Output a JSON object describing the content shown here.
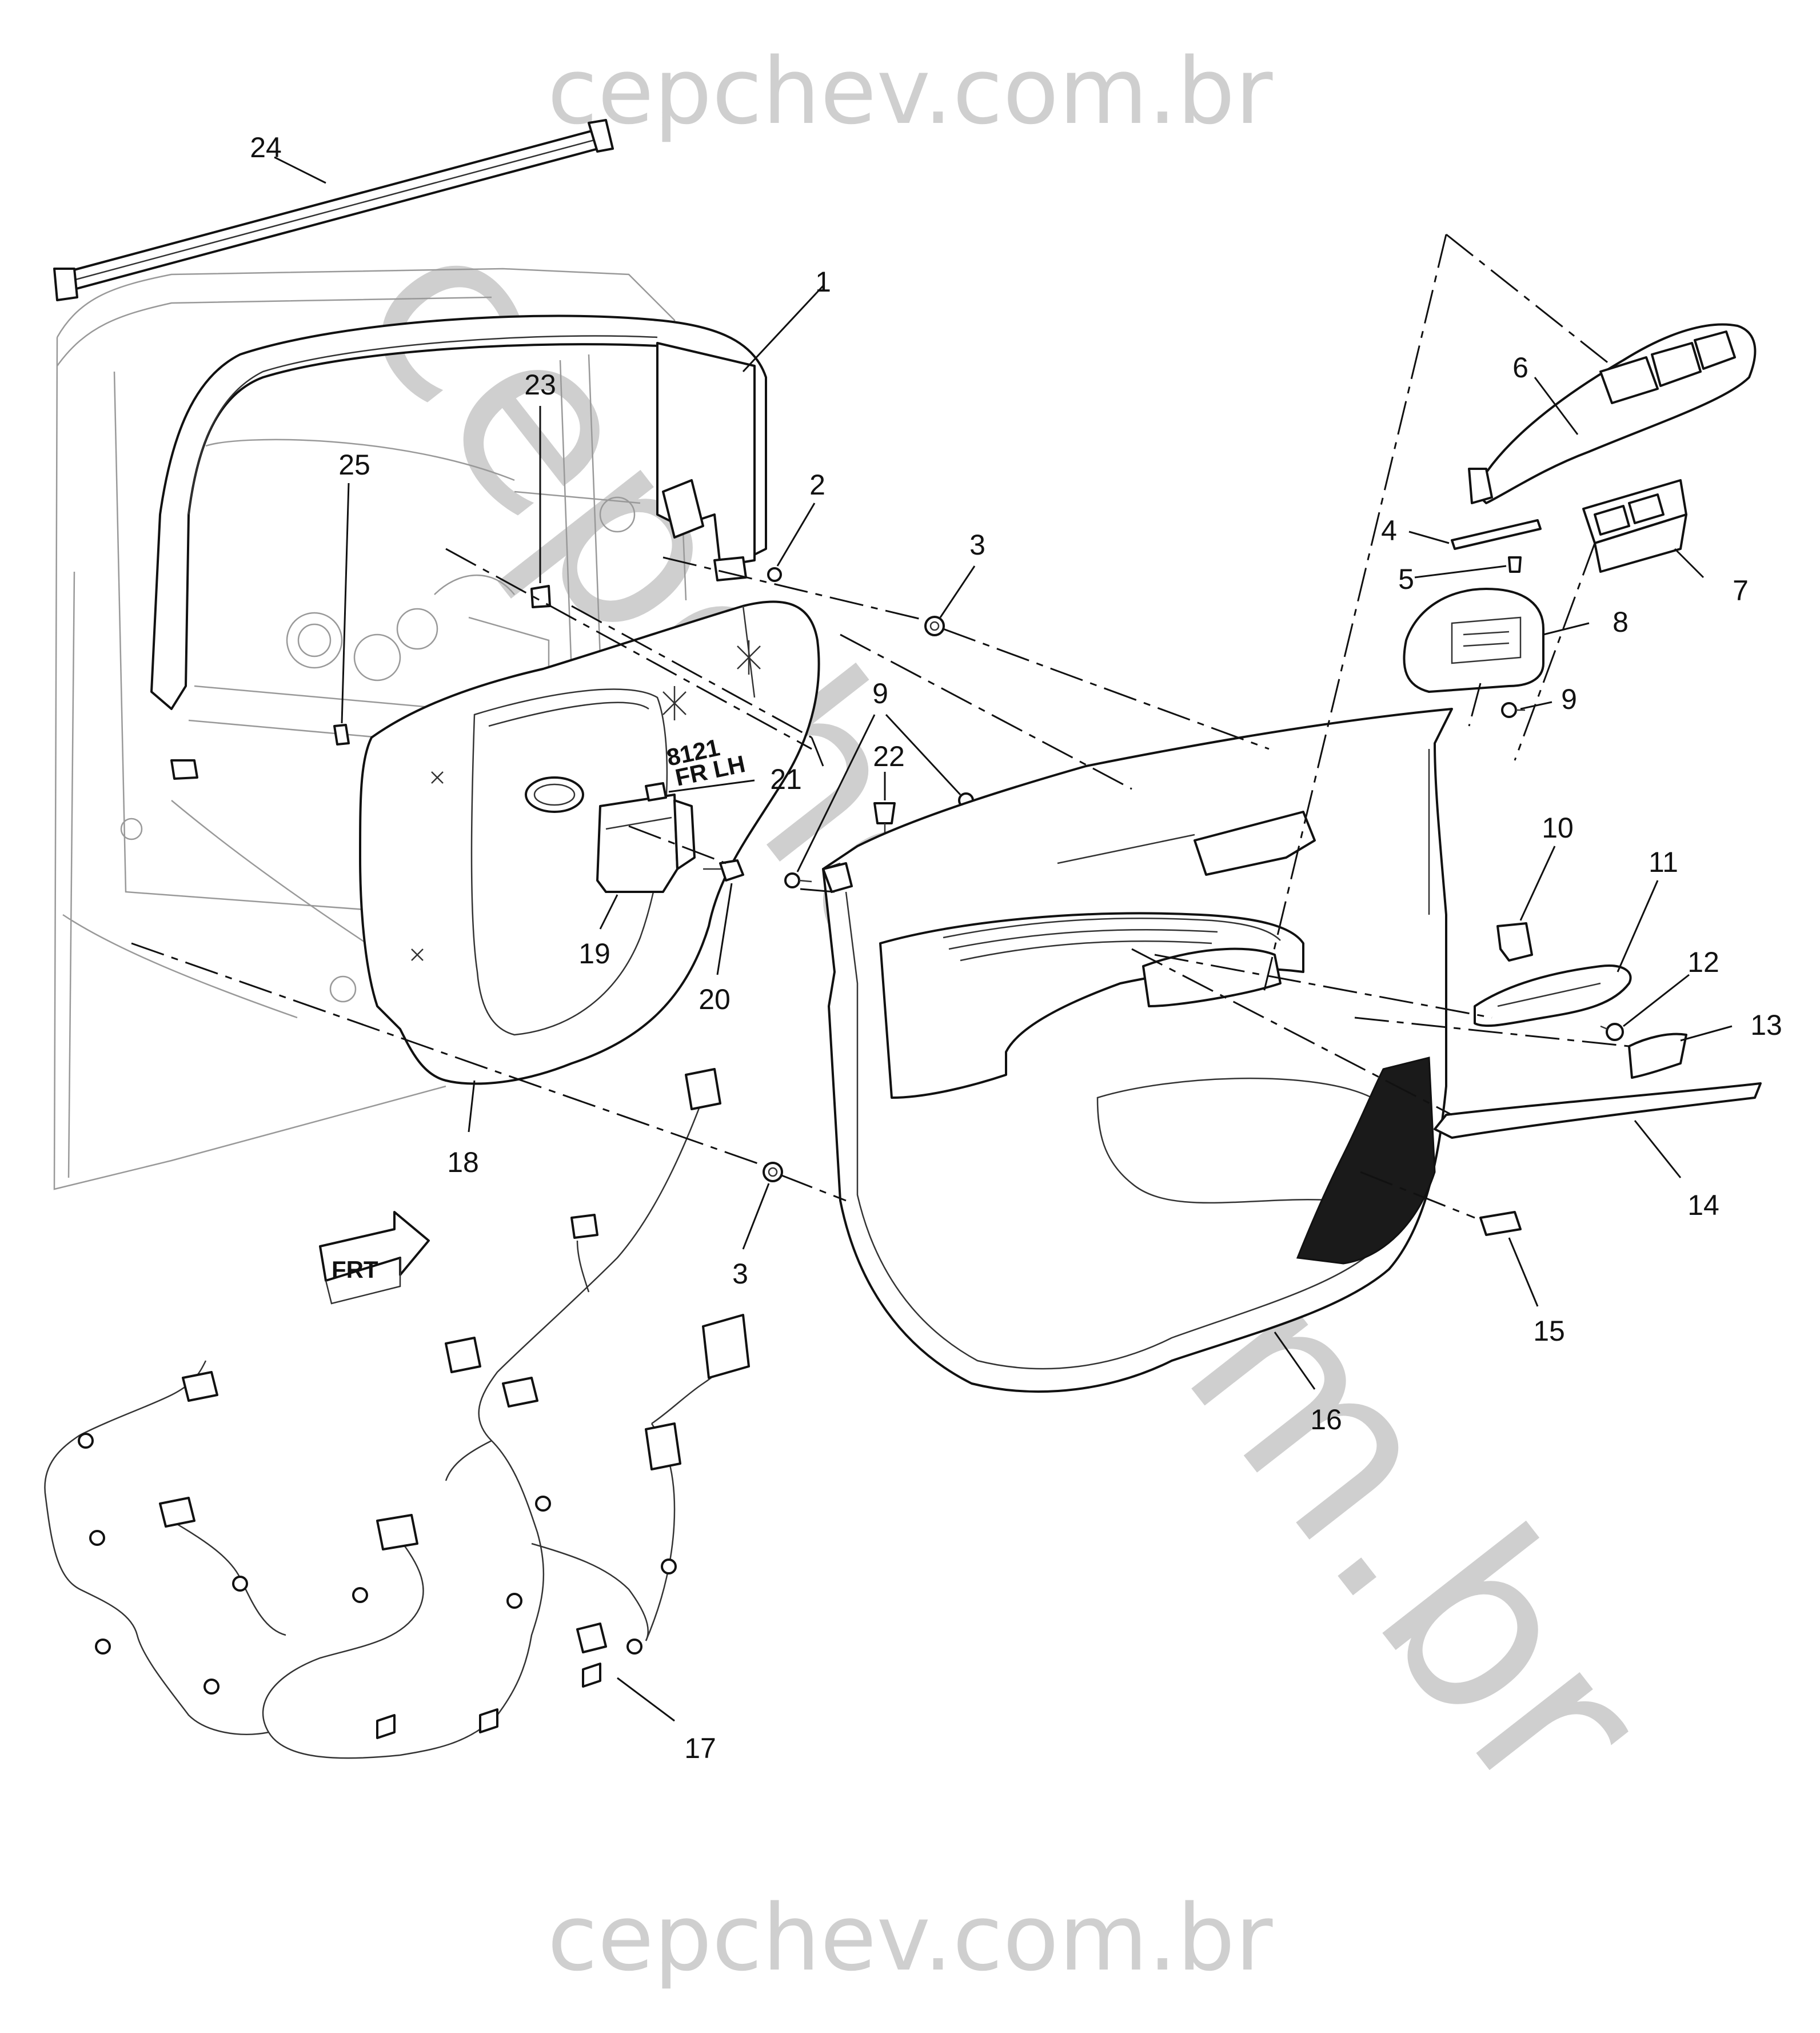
{
  "watermark": {
    "top": "cepchev.com.br",
    "bottom": "cepchev.com.br",
    "diagonal": "cepchev.com.br"
  },
  "direction_indicator": {
    "label": "FRT",
    "icon": "front-arrow-icon"
  },
  "panel_marking": {
    "line1": "8121",
    "line2": "FR LH"
  },
  "colors": {
    "line": "#111111",
    "watermark": "#cfcfcf",
    "speaker_fill": "#1a1a1a"
  },
  "callouts": [
    {
      "id": "1",
      "label": "1"
    },
    {
      "id": "2",
      "label": "2"
    },
    {
      "id": "3a",
      "label": "3"
    },
    {
      "id": "3b",
      "label": "3"
    },
    {
      "id": "4",
      "label": "4"
    },
    {
      "id": "5",
      "label": "5"
    },
    {
      "id": "6",
      "label": "6"
    },
    {
      "id": "7",
      "label": "7"
    },
    {
      "id": "8",
      "label": "8"
    },
    {
      "id": "9a",
      "label": "9"
    },
    {
      "id": "9b",
      "label": "9"
    },
    {
      "id": "10",
      "label": "10"
    },
    {
      "id": "11",
      "label": "11"
    },
    {
      "id": "12",
      "label": "12"
    },
    {
      "id": "13",
      "label": "13"
    },
    {
      "id": "14",
      "label": "14"
    },
    {
      "id": "15",
      "label": "15"
    },
    {
      "id": "16",
      "label": "16"
    },
    {
      "id": "17",
      "label": "17"
    },
    {
      "id": "18",
      "label": "18"
    },
    {
      "id": "19",
      "label": "19"
    },
    {
      "id": "20",
      "label": "20"
    },
    {
      "id": "21",
      "label": "21"
    },
    {
      "id": "22",
      "label": "22"
    },
    {
      "id": "23",
      "label": "23"
    },
    {
      "id": "24",
      "label": "24"
    },
    {
      "id": "25",
      "label": "25"
    }
  ]
}
